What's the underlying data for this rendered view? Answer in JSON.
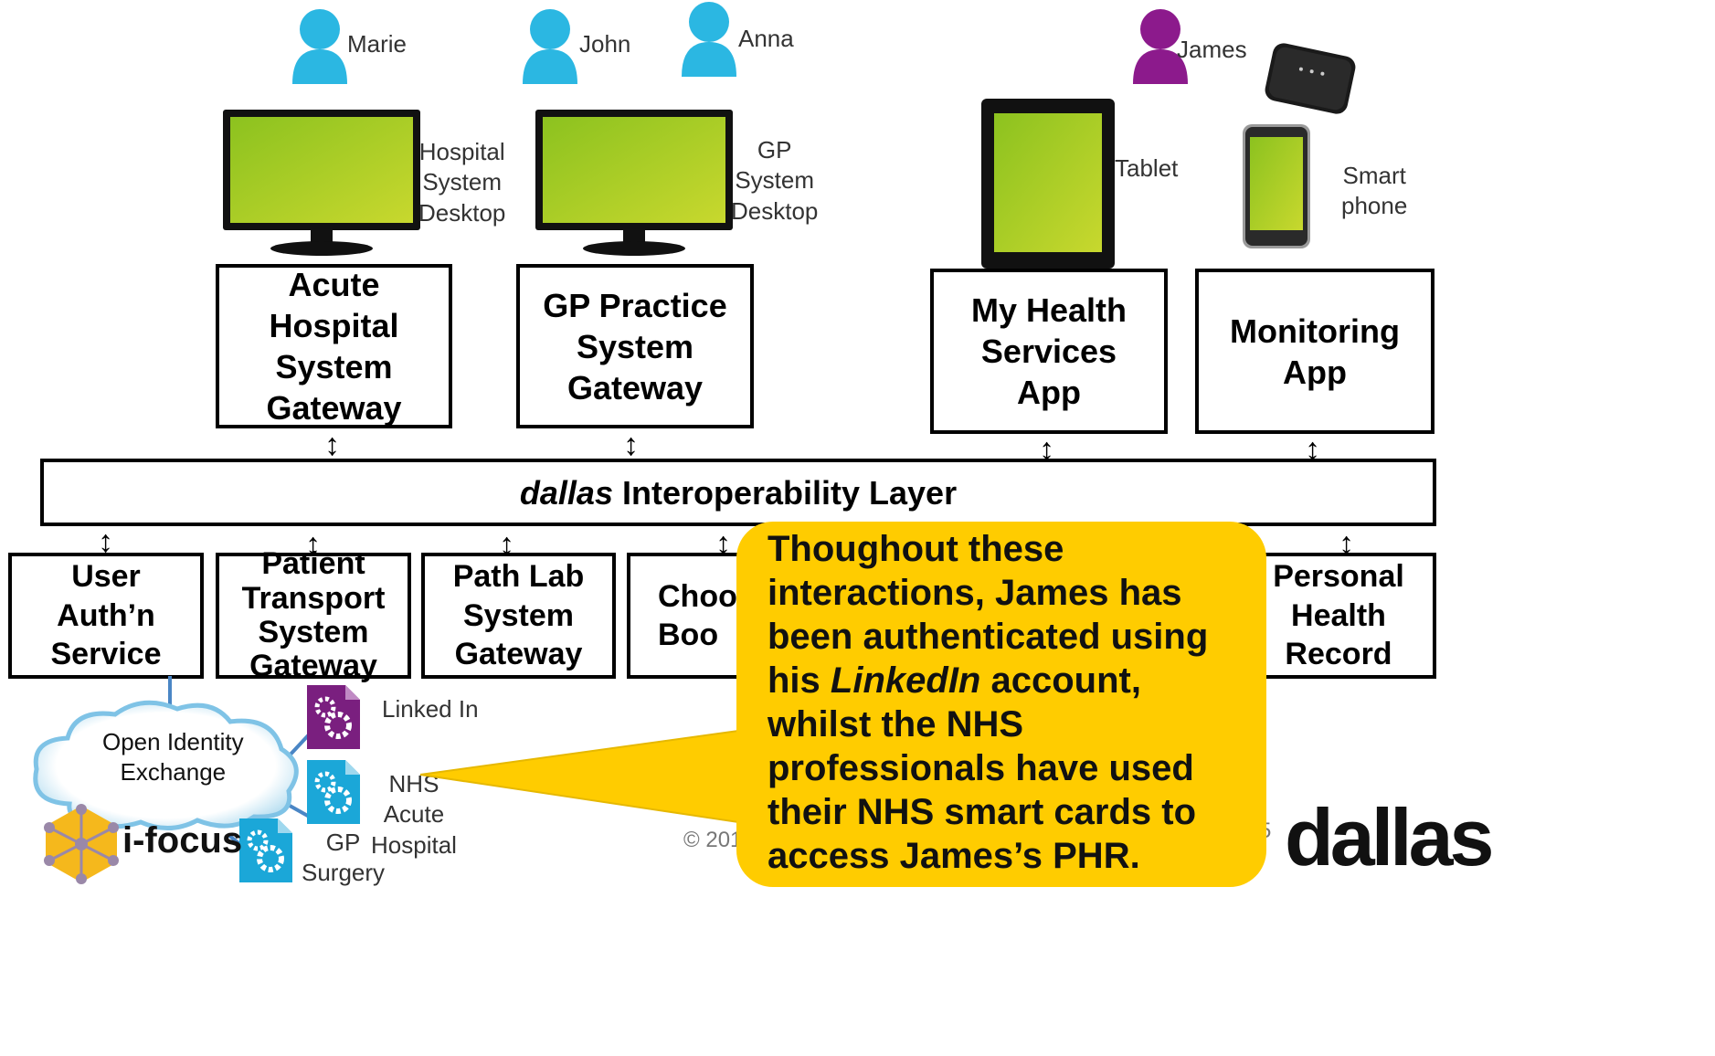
{
  "users": {
    "marie": "Marie",
    "john": "John",
    "anna": "Anna",
    "james": "James"
  },
  "devices": {
    "hospital_desktop": "Hospital\nSystem\nDesktop",
    "gp_desktop": "GP\nSystem\nDesktop",
    "tablet": "Tablet",
    "smartphone": "Smart\nphone"
  },
  "top_boxes": {
    "acute": "Acute Hospital\nSystem\nGateway",
    "gp": "GP Practice\nSystem\nGateway",
    "myhealth": "My Health\nServices\nApp",
    "monitoring": "Monitoring\nApp"
  },
  "layer": {
    "italic": "dallas",
    "rest": " Interoperability Layer"
  },
  "bottom_boxes": {
    "auth": "User\nAuth’n\nService",
    "transport": "Patient\nTransport\nSystem\nGateway",
    "pathlab": "Path Lab\nSystem\nGateway",
    "choose": "Choos\nBoo",
    "phr": "Personal\nHealth\nRecord"
  },
  "identity": {
    "cloud": "Open Identity\nExchange",
    "linkedin": "Linked In",
    "nhs": "NHS\nAcute\nHospital",
    "gp": "GP\nSurgery"
  },
  "callout": {
    "line1": "Thoughout these interactions, James has been authenticated using his ",
    "italic": "LinkedIn",
    "line2": " account, whilst the NHS professionals have used their NHS smart cards to access James’s PHR."
  },
  "footer": {
    "copyright": "© 201",
    "page_fragment": "5",
    "ifocus": "i-focus",
    "dallas_logo": "dallas"
  },
  "colors": {
    "user_blue": "#29b6e0",
    "user_purple": "#8c1a8c",
    "screen_green": "#a6cc2a",
    "callout": "#ffcc00",
    "gear_purple": "#7a1f7f",
    "gear_blue": "#1ba7d8"
  }
}
